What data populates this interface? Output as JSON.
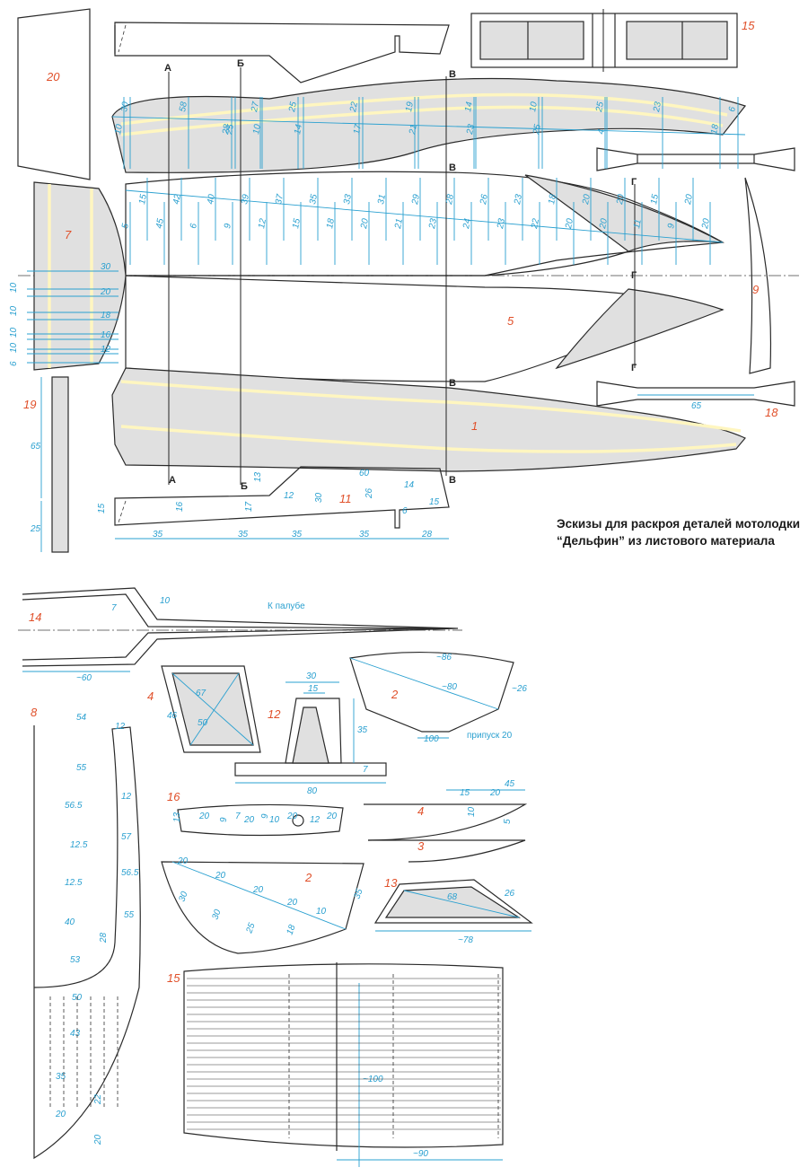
{
  "caption": {
    "line1": "Эскизы для раскроя деталей мотолодки",
    "line2": "“Дельфин” из листового материала"
  },
  "colors": {
    "dimension": "#2aa0d0",
    "part_number": "#e0502a",
    "outline": "#2a2a2a",
    "fill": "#e0e0e0",
    "strip": "#fff6c0"
  },
  "section_labels": [
    "А",
    "Б",
    "В",
    "Г"
  ],
  "part_numbers": {
    "p20": "20",
    "p15_top": "15",
    "p7": "7",
    "p19": "19",
    "p1": "1",
    "p5": "5",
    "p9": "9",
    "p18": "18",
    "p11": "11",
    "p14": "14",
    "p8": "8",
    "p4_frame": "4",
    "p12": "12",
    "p2_top": "2",
    "p16": "16",
    "p4_small": "4",
    "p3": "3",
    "p2_lower": "2",
    "p13": "13",
    "p15_deck": "15"
  },
  "upper_side_dims": [
    "10",
    "58",
    "25",
    "30",
    "28",
    "27",
    "10",
    "25",
    "14",
    "22",
    "17",
    "19",
    "21",
    "14",
    "23",
    "10",
    "25",
    "25",
    "4",
    "23",
    "18",
    "6"
  ],
  "bottom_dims": [
    "5",
    "15",
    "45",
    "42",
    "6",
    "40",
    "9",
    "39",
    "12",
    "37",
    "15",
    "35",
    "18",
    "33",
    "20",
    "31",
    "21",
    "29",
    "23",
    "28",
    "24",
    "26",
    "23",
    "23",
    "22",
    "18",
    "20",
    "20",
    "20",
    "20",
    "11",
    "15",
    "9",
    "20",
    "20"
  ],
  "transom_dims": [
    "10",
    "20",
    "10",
    "18",
    "10",
    "16",
    "10",
    "12",
    "6",
    "30"
  ],
  "keel_dims": [
    "13",
    "12",
    "60",
    "14",
    "15",
    "6",
    "26",
    "30",
    "17",
    "16",
    "15",
    "35",
    "35",
    "35",
    "35",
    "28"
  ],
  "piece19_dims": [
    "65",
    "25"
  ],
  "piece18_dims": [
    "65"
  ],
  "deck_note": "К палубе",
  "piece14_dims": [
    "7",
    "10",
    "~60"
  ],
  "piece8_dims": [
    "54",
    "12",
    "55",
    "12",
    "56.5",
    "57",
    "12.5",
    "56.5",
    "12.5",
    "55",
    "40",
    "28",
    "53",
    "50",
    "43",
    "35",
    "20",
    "22",
    "20"
  ],
  "piece4_dims": [
    "46",
    "67",
    "50"
  ],
  "piece12_dims": [
    "30",
    "15",
    "35",
    "7",
    "80"
  ],
  "piece2_top_dims": [
    "~86",
    "~80",
    "~26",
    "100"
  ],
  "allowance_note": "припуск 20",
  "piece16_dims": [
    "13",
    "20",
    "9",
    "7",
    "20",
    "9",
    "10",
    "20",
    "12",
    "20"
  ],
  "piece4s_dims": [
    "15",
    "20",
    "45",
    "10",
    "5"
  ],
  "piece2_low_dims": [
    "20",
    "20",
    "20",
    "20",
    "10",
    "35",
    "30",
    "30",
    "25",
    "18"
  ],
  "piece13_dims": [
    "68",
    "26",
    "~78"
  ],
  "piece15_dims": [
    "~100",
    "~90"
  ]
}
